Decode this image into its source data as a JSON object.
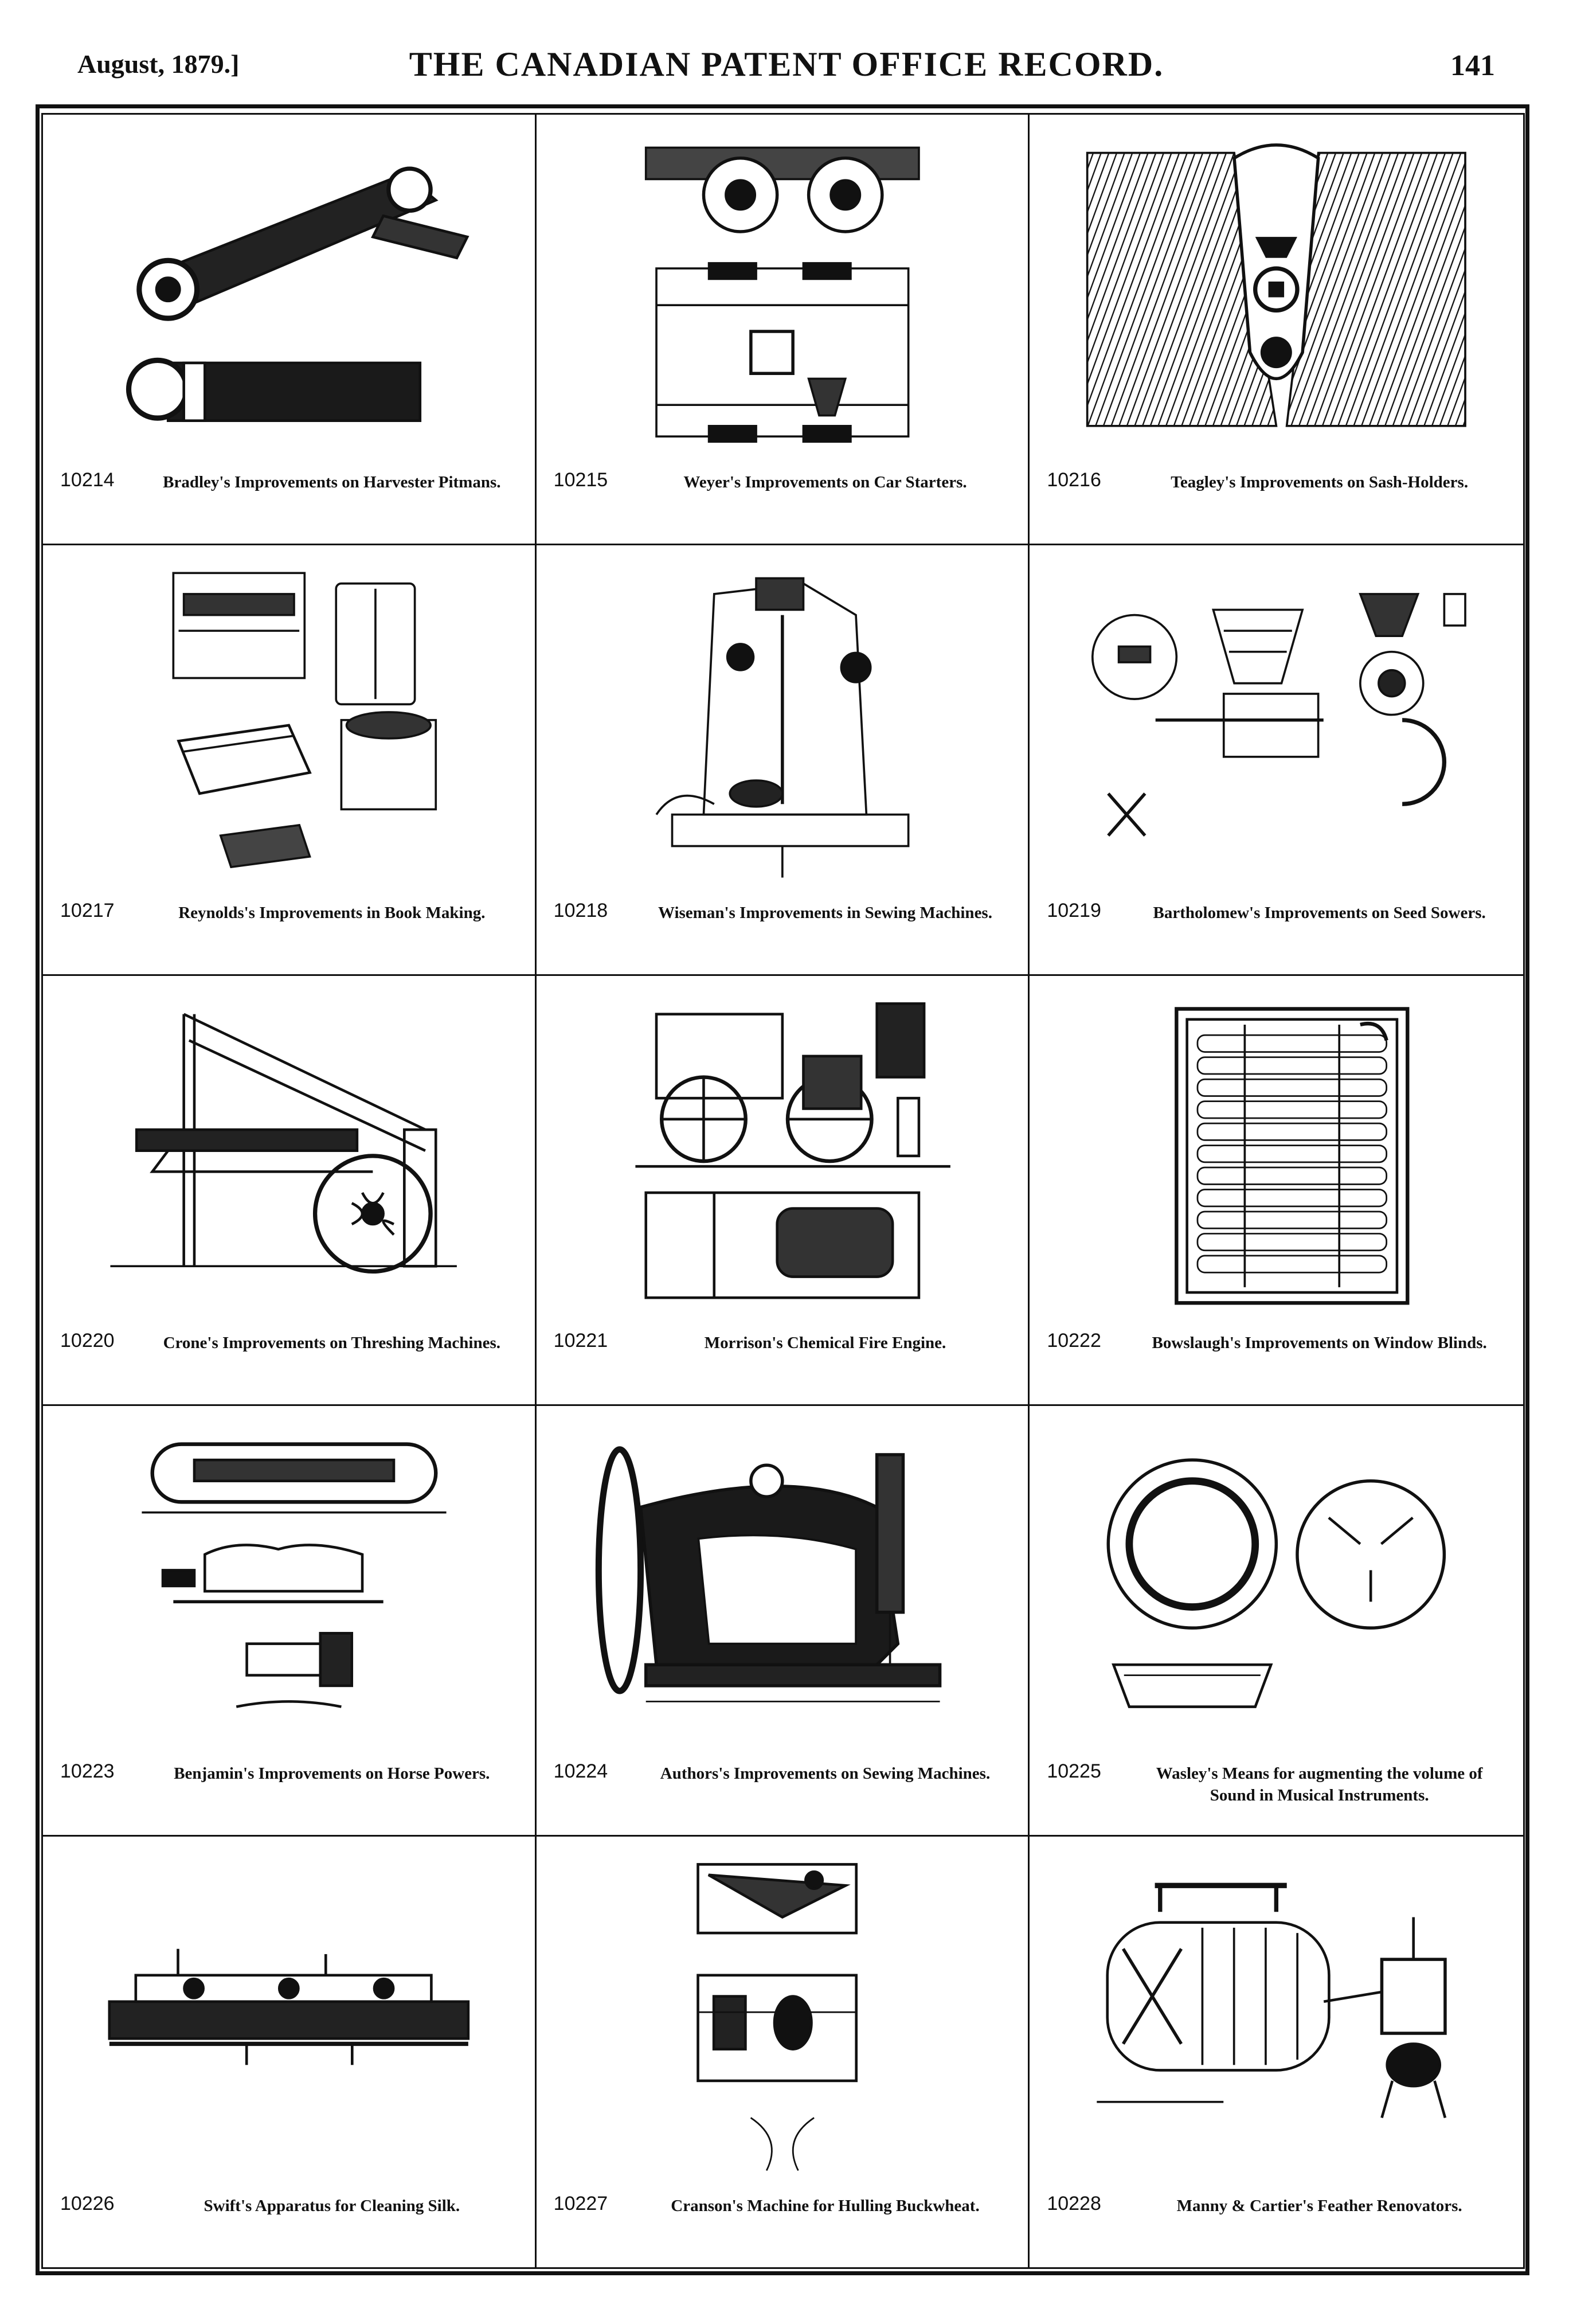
{
  "header": {
    "date": "August, 1879.]",
    "title": "THE CANADIAN PATENT OFFICE RECORD.",
    "page_number": "141"
  },
  "patents": [
    {
      "number": "10214",
      "title": "Bradley's Improvements on Harvester Pitmans."
    },
    {
      "number": "10215",
      "title": "Weyer's Improvements on Car Starters."
    },
    {
      "number": "10216",
      "title": "Teagley's Improvements on Sash-Holders."
    },
    {
      "number": "10217",
      "title": "Reynolds's Improvements in Book Making."
    },
    {
      "number": "10218",
      "title": "Wiseman's Improvements in Sewing Machines."
    },
    {
      "number": "10219",
      "title": "Bartholomew's Improvements on Seed Sowers."
    },
    {
      "number": "10220",
      "title": "Crone's Improvements on Threshing Machines."
    },
    {
      "number": "10221",
      "title": "Morrison's Chemical Fire Engine."
    },
    {
      "number": "10222",
      "title": "Bowslaugh's Improvements on Window Blinds."
    },
    {
      "number": "10223",
      "title": "Benjamin's Improvements on Horse Powers."
    },
    {
      "number": "10224",
      "title": "Authors's Improvements on Sewing Machines."
    },
    {
      "number": "10225",
      "title": "Wasley's Means for augmenting the volume of Sound in Musical Instruments."
    },
    {
      "number": "10226",
      "title": "Swift's Apparatus for Cleaning Silk."
    },
    {
      "number": "10227",
      "title": "Cranson's Machine for Hulling Buckwheat."
    },
    {
      "number": "10228",
      "title": "Manny & Cartier's Feather Renovators."
    }
  ]
}
